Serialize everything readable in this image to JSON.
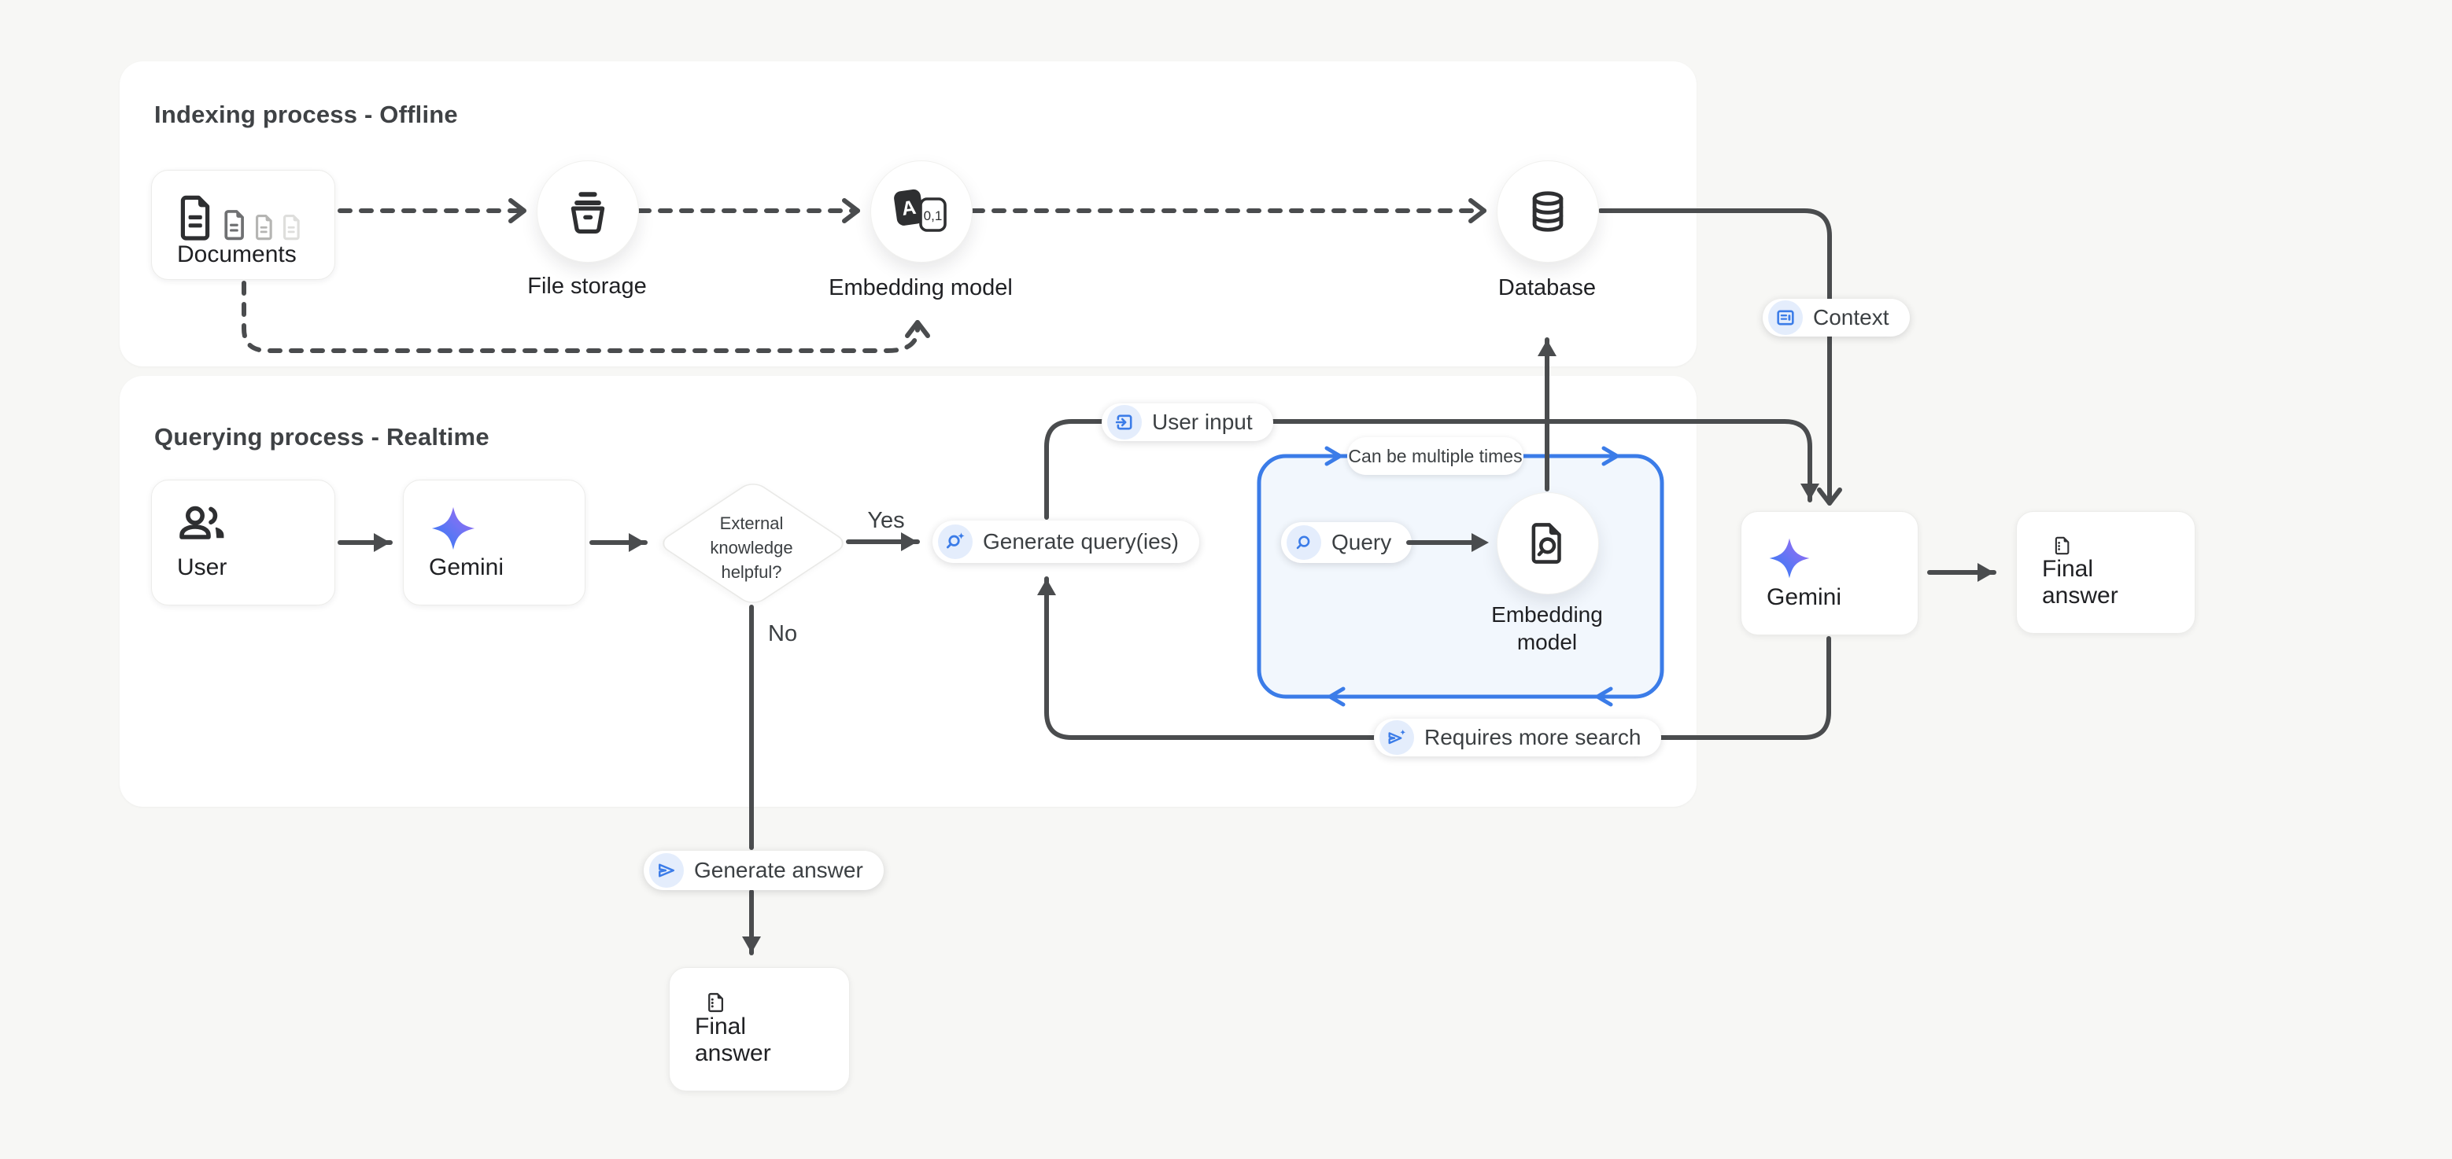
{
  "colors": {
    "page_bg": "#f7f7f5",
    "panel_bg": "#ffffff",
    "line_dark": "#4a4c4e",
    "accent_blue": "#3b7ce8",
    "chip_bg": "#e4edfc",
    "blue_box_fill": "#f2f7fd",
    "text_dark": "#202124",
    "text_grey": "#3c4043"
  },
  "panels": {
    "indexing": {
      "title": "Indexing process - Offline"
    },
    "querying": {
      "title": "Querying process - Realtime"
    }
  },
  "nodes": {
    "documents": {
      "label": "Documents"
    },
    "file_storage": {
      "label": "File storage"
    },
    "embedding_model_top": {
      "label": "Embedding model"
    },
    "database": {
      "label": "Database"
    },
    "user": {
      "label": "User"
    },
    "gemini_left": {
      "label": "Gemini"
    },
    "decision": {
      "line1": "External",
      "line2": "knowledge",
      "line3": "helpful?"
    },
    "query_embedding": {
      "line1": "Embedding",
      "line2": "model"
    },
    "gemini_right": {
      "label": "Gemini"
    },
    "final_answer_right": {
      "label": "Final answer"
    },
    "final_answer_bottom": {
      "label": "Final answer"
    }
  },
  "badges": {
    "user_input": {
      "label": "User input",
      "icon": "input-icon"
    },
    "context": {
      "label": "Context",
      "icon": "article-icon"
    },
    "generate_queries": {
      "label": "Generate query(ies)",
      "icon": "search-spark-icon"
    },
    "query": {
      "label": "Query",
      "icon": "search-icon"
    },
    "requires_more_search": {
      "label": "Requires more search",
      "icon": "send-spark-icon"
    },
    "generate_answer": {
      "label": "Generate answer",
      "icon": "send-icon"
    }
  },
  "labels": {
    "yes": "Yes",
    "no": "No",
    "can_be_multiple_times": "Can be multiple times"
  },
  "icons": {
    "documents": "documents-stack-icon",
    "file_storage": "storage-bucket-icon",
    "embedding_top": "translate-a01-icon",
    "database": "database-cylinder-icon",
    "user": "user-group-icon",
    "gemini": "gemini-spark-icon",
    "query_embedding": "document-search-icon",
    "final_answer": "summarize-document-icon"
  }
}
